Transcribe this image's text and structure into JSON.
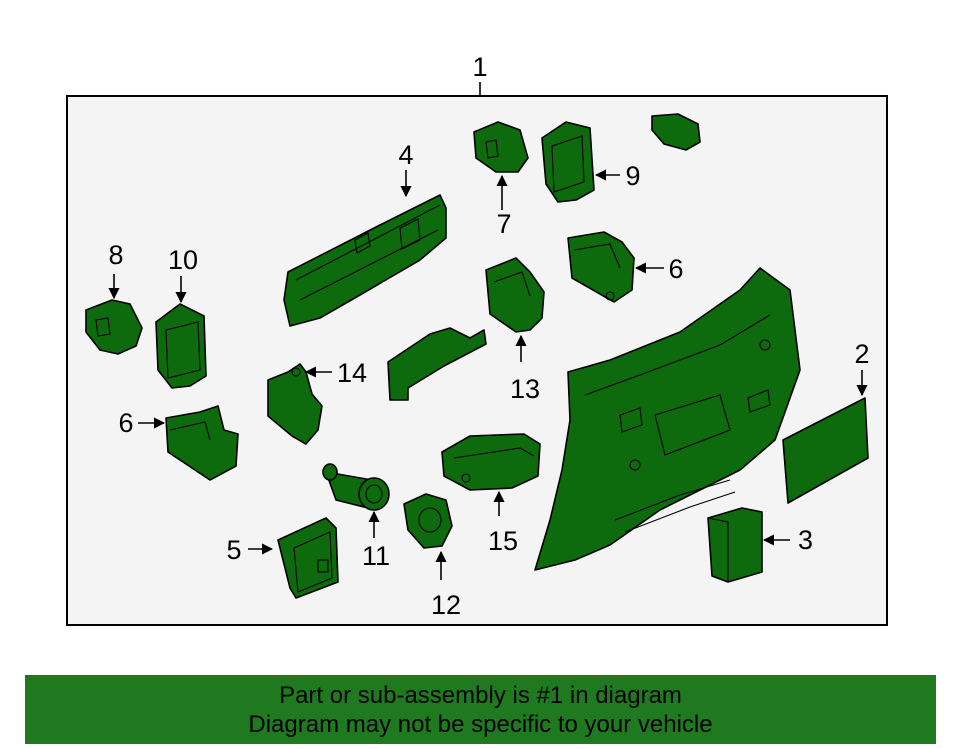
{
  "diagram": {
    "main_callout": "1",
    "callouts": [
      {
        "id": "c2",
        "label": "2"
      },
      {
        "id": "c3",
        "label": "3"
      },
      {
        "id": "c4",
        "label": "4"
      },
      {
        "id": "c5",
        "label": "5"
      },
      {
        "id": "c6a",
        "label": "6"
      },
      {
        "id": "c6b",
        "label": "6"
      },
      {
        "id": "c7",
        "label": "7"
      },
      {
        "id": "c8",
        "label": "8"
      },
      {
        "id": "c9",
        "label": "9"
      },
      {
        "id": "c10",
        "label": "10"
      },
      {
        "id": "c11",
        "label": "11"
      },
      {
        "id": "c12",
        "label": "12"
      },
      {
        "id": "c13",
        "label": "13"
      },
      {
        "id": "c14",
        "label": "14"
      },
      {
        "id": "c15",
        "label": "15"
      }
    ]
  },
  "footer": {
    "line1": "Part or sub-assembly is #1 in diagram",
    "line2": "Diagram may not be specific to your vehicle"
  },
  "colors": {
    "part_fill": "#0d6b0d",
    "banner_bg": "#1f7a1f",
    "frame_bg": "#f4f4f4"
  }
}
